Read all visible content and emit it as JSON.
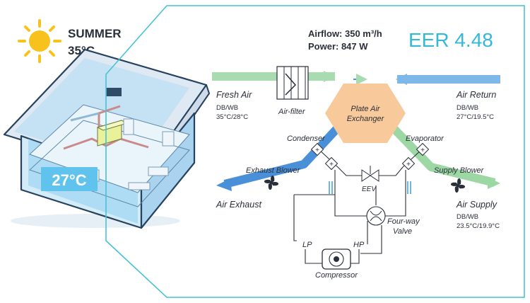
{
  "season": {
    "label": "SUMMER",
    "outdoor_temp": "35°C",
    "indoor_temp": "27°C"
  },
  "metrics": {
    "airflow": "Airflow: 350 m³/h",
    "power": "Power: 847 W",
    "eer": "EER 4.48"
  },
  "streams": {
    "fresh_air": {
      "label": "Fresh Air",
      "db_wb_label": "DB/WB",
      "db_wb": "35°C/28°C"
    },
    "air_return": {
      "label": "Air Return",
      "db_wb_label": "DB/WB",
      "db_wb": "27°C/19.5°C"
    },
    "air_exhaust": {
      "label": "Air Exhaust"
    },
    "air_supply": {
      "label": "Air Supply",
      "db_wb_label": "DB/WB",
      "db_wb": "23.5°C/19.9°C"
    }
  },
  "components": {
    "air_filter": "Air-filter",
    "exchanger_line1": "Plate Air",
    "exchanger_line2": "Exchanger",
    "condenser": "Condenser",
    "evaporator": "Evaporator",
    "eev": "EEV",
    "exhaust_blower": "Exhaust Blower",
    "supply_blower": "Supply Blower",
    "four_way_line1": "Four-way",
    "four_way_line2": "Valve",
    "lp": "LP",
    "hp": "HP",
    "compressor": "Compressor"
  },
  "colors": {
    "fresh_air": "#a8dcb0",
    "return_air": "#7db8e8",
    "exhaust_air": "#4a90d9",
    "supply_air": "#9cd7a4",
    "exchanger": "#f8c99a",
    "frame": "#47c1d6",
    "eer_text": "#35b8d8",
    "sun": "#f7c21b"
  },
  "icons": [
    "sun-icon",
    "house-illustration",
    "fan-icon",
    "filter-icon",
    "valve-icon",
    "compressor-icon"
  ]
}
